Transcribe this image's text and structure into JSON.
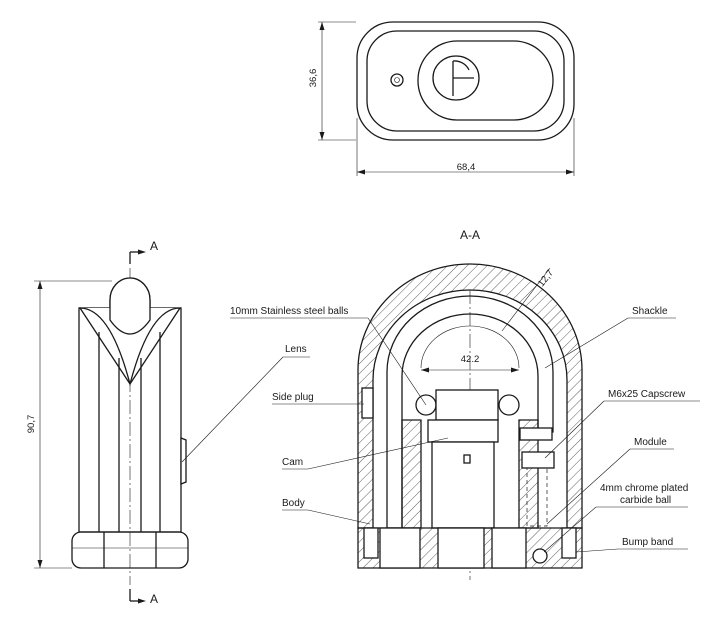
{
  "top_view": {
    "width_dim": "68,4",
    "height_dim": "36,6"
  },
  "side_view": {
    "section_marker": "A",
    "section_marker_bottom": "A",
    "height_dim": "90,7",
    "labels": {
      "lens": "Lens"
    }
  },
  "section_view": {
    "title": "A-A",
    "inner_width_dim": "42.2",
    "shackle_dia_dim": "12,7",
    "labels": {
      "balls": "10mm Stainless steel balls",
      "side_plug": "Side plug",
      "cam": "Cam",
      "body": "Body",
      "shackle": "Shackle",
      "capscrew": "M6x25 Capscrew",
      "module": "Module",
      "carbide_ball_1": "4mm chrome plated",
      "carbide_ball_2": "carbide ball",
      "bump_band": "Bump band"
    }
  }
}
